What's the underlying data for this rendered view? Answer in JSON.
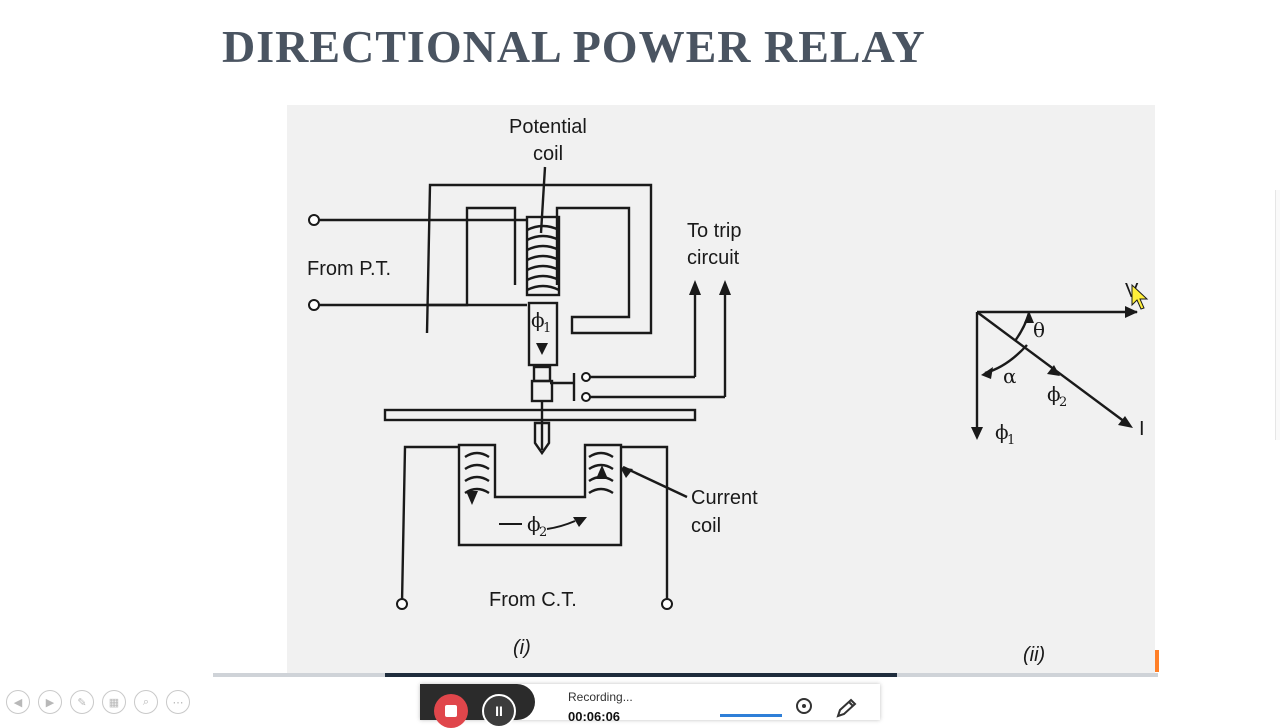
{
  "slide": {
    "title": "DIRECTIONAL POWER RELAY"
  },
  "figure": {
    "labels": {
      "potential_coil_line1": "Potential",
      "potential_coil_line2": "coil",
      "from_pt": "From P.T.",
      "to_trip_line1": "To trip",
      "to_trip_line2": "circuit",
      "current_coil_line1": "Current",
      "current_coil_line2": "coil",
      "from_ct": "From C.T.",
      "fig_i": "(i)",
      "fig_ii": "(ii)"
    },
    "phasor": {
      "v": "V",
      "i": "I",
      "theta": "θ",
      "alpha": "α",
      "phi": "ϕ",
      "sub1": "1",
      "sub2": "2"
    }
  },
  "recorder": {
    "status": "Recording...",
    "timer": "00:06:06"
  },
  "colors": {
    "title": "#4a5461",
    "accent_progress": "#1f2d3d",
    "record_red": "#e0464b",
    "orange_mark": "#ff7f27"
  },
  "nav_icons": [
    "back-icon",
    "forward-icon",
    "pen-icon",
    "slides-icon",
    "zoom-icon",
    "more-icon"
  ]
}
